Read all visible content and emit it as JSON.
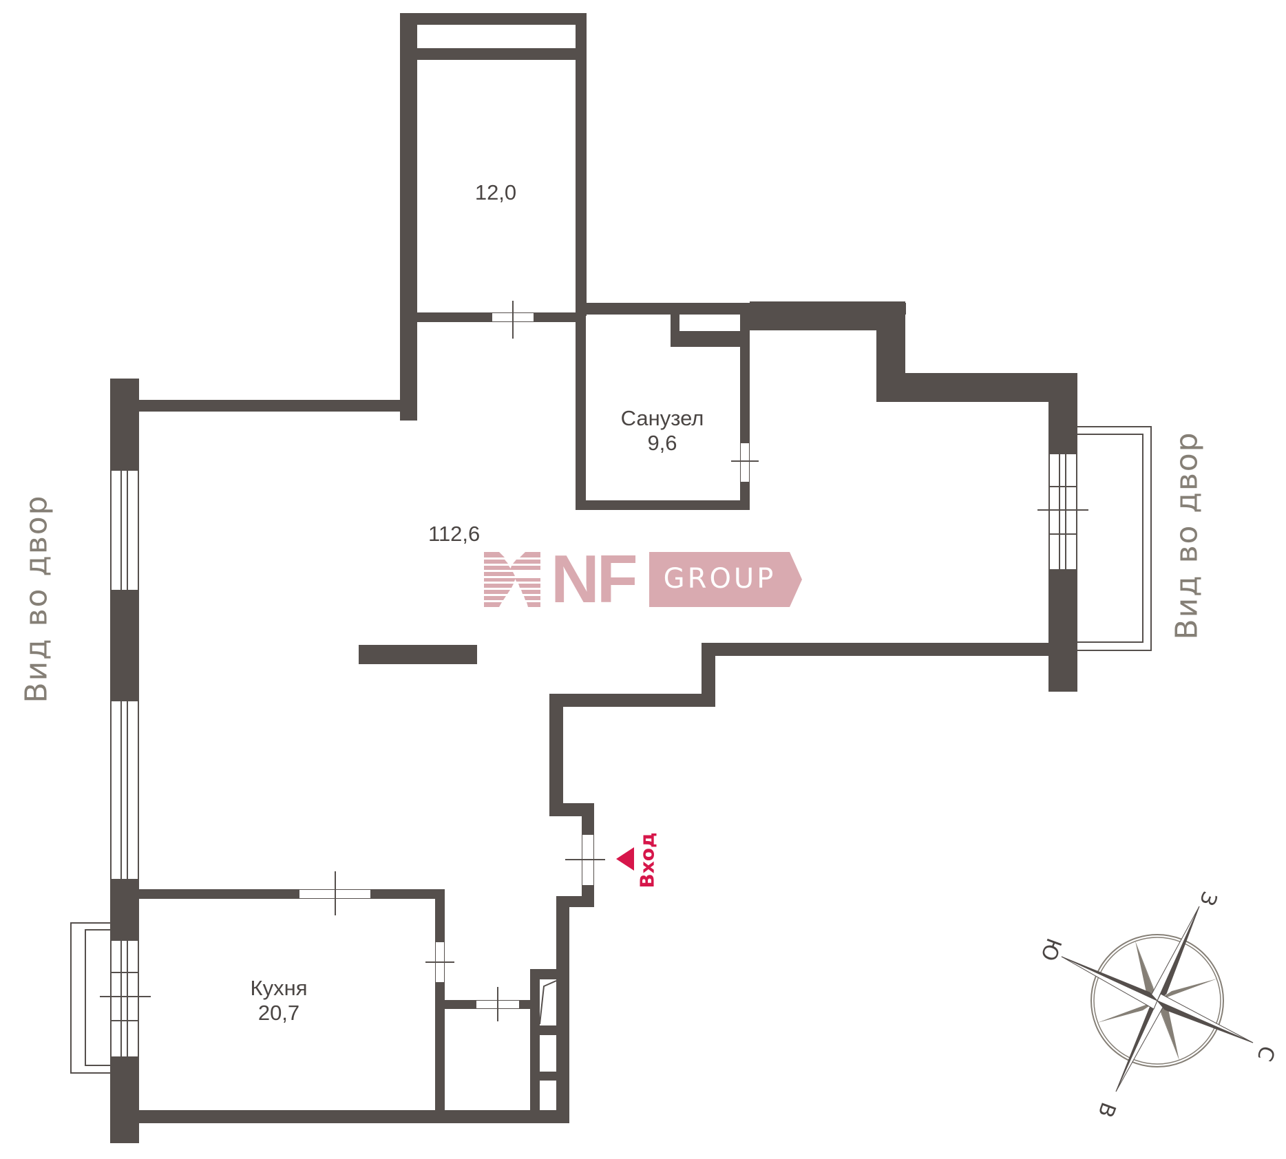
{
  "plan": {
    "rooms": [
      {
        "id": "room-north",
        "label": "",
        "area": "12,0"
      },
      {
        "id": "bathroom",
        "label": "Санузел",
        "area": "9,6"
      },
      {
        "id": "living",
        "label": "",
        "area": "112,6"
      },
      {
        "id": "kitchen",
        "label": "Кухня",
        "area": "20,7"
      }
    ],
    "view_left": "Вид во двор",
    "view_right": "Вид во двор",
    "entrance": "Вход",
    "watermark": {
      "brand": "NF",
      "group": "GROUP",
      "color": "#d9aab0"
    },
    "compass": {
      "north": "С",
      "south": "Ю",
      "east": "В",
      "west": "З"
    },
    "colors": {
      "wall": "#554f4c",
      "view_text": "#857f76",
      "entrance": "#d6164a"
    }
  }
}
